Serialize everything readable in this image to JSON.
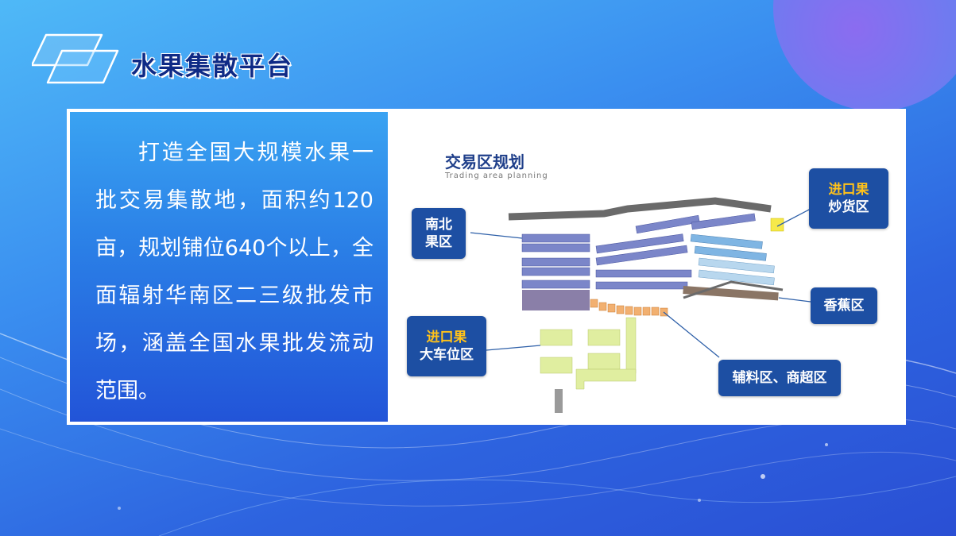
{
  "header": {
    "title": "水果集散平台"
  },
  "intro": {
    "text": "打造全国大规模水果一批交易集散地，面积约120亩，规划铺位640个以上，全面辐射华南区二三级批发市场，涵盖全国水果批发流动范围。"
  },
  "map": {
    "title": "交易区规划",
    "subtitle": "Trading area planning",
    "zones": {
      "nanbei": {
        "line1": "南北",
        "line2": "果区"
      },
      "import_stir": {
        "line1": "进口果",
        "line2": "炒货区"
      },
      "banana": {
        "label": "香蕉区"
      },
      "import_truck": {
        "line1": "进口果",
        "line2": "大车位区"
      },
      "aux": {
        "label": "辅料区、商超区"
      }
    }
  },
  "colors": {
    "title": "#0f2a86",
    "tag_bg": "#1d4fa3",
    "tag_accent": "#ffc21a",
    "panel": "#2a7ee6"
  }
}
